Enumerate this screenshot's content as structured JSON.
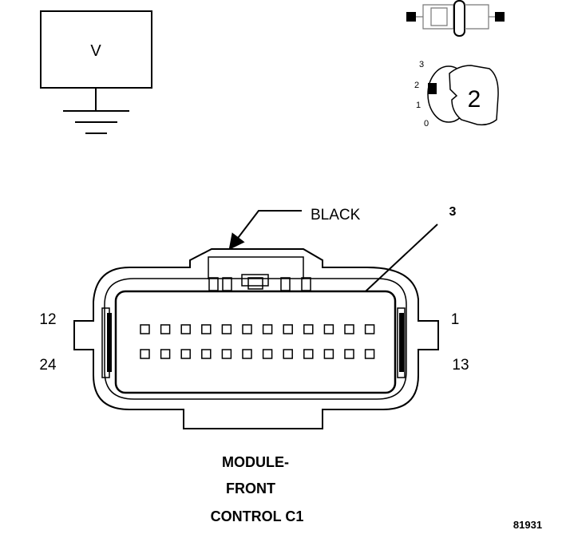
{
  "meter": {
    "symbol": "V"
  },
  "selector": {
    "positions": [
      "3",
      "2",
      "1",
      "0"
    ],
    "selected": "2"
  },
  "connector": {
    "color_label": "BLACK",
    "pointer_label": "3",
    "pin_numbers": {
      "top_left": "12",
      "top_right": "1",
      "bottom_left": "24",
      "bottom_right": "13"
    },
    "pins_per_row": 12,
    "rows": 2,
    "title_lines": [
      "MODULE-",
      "FRONT",
      "CONTROL C1"
    ]
  },
  "figure_id": "81931"
}
